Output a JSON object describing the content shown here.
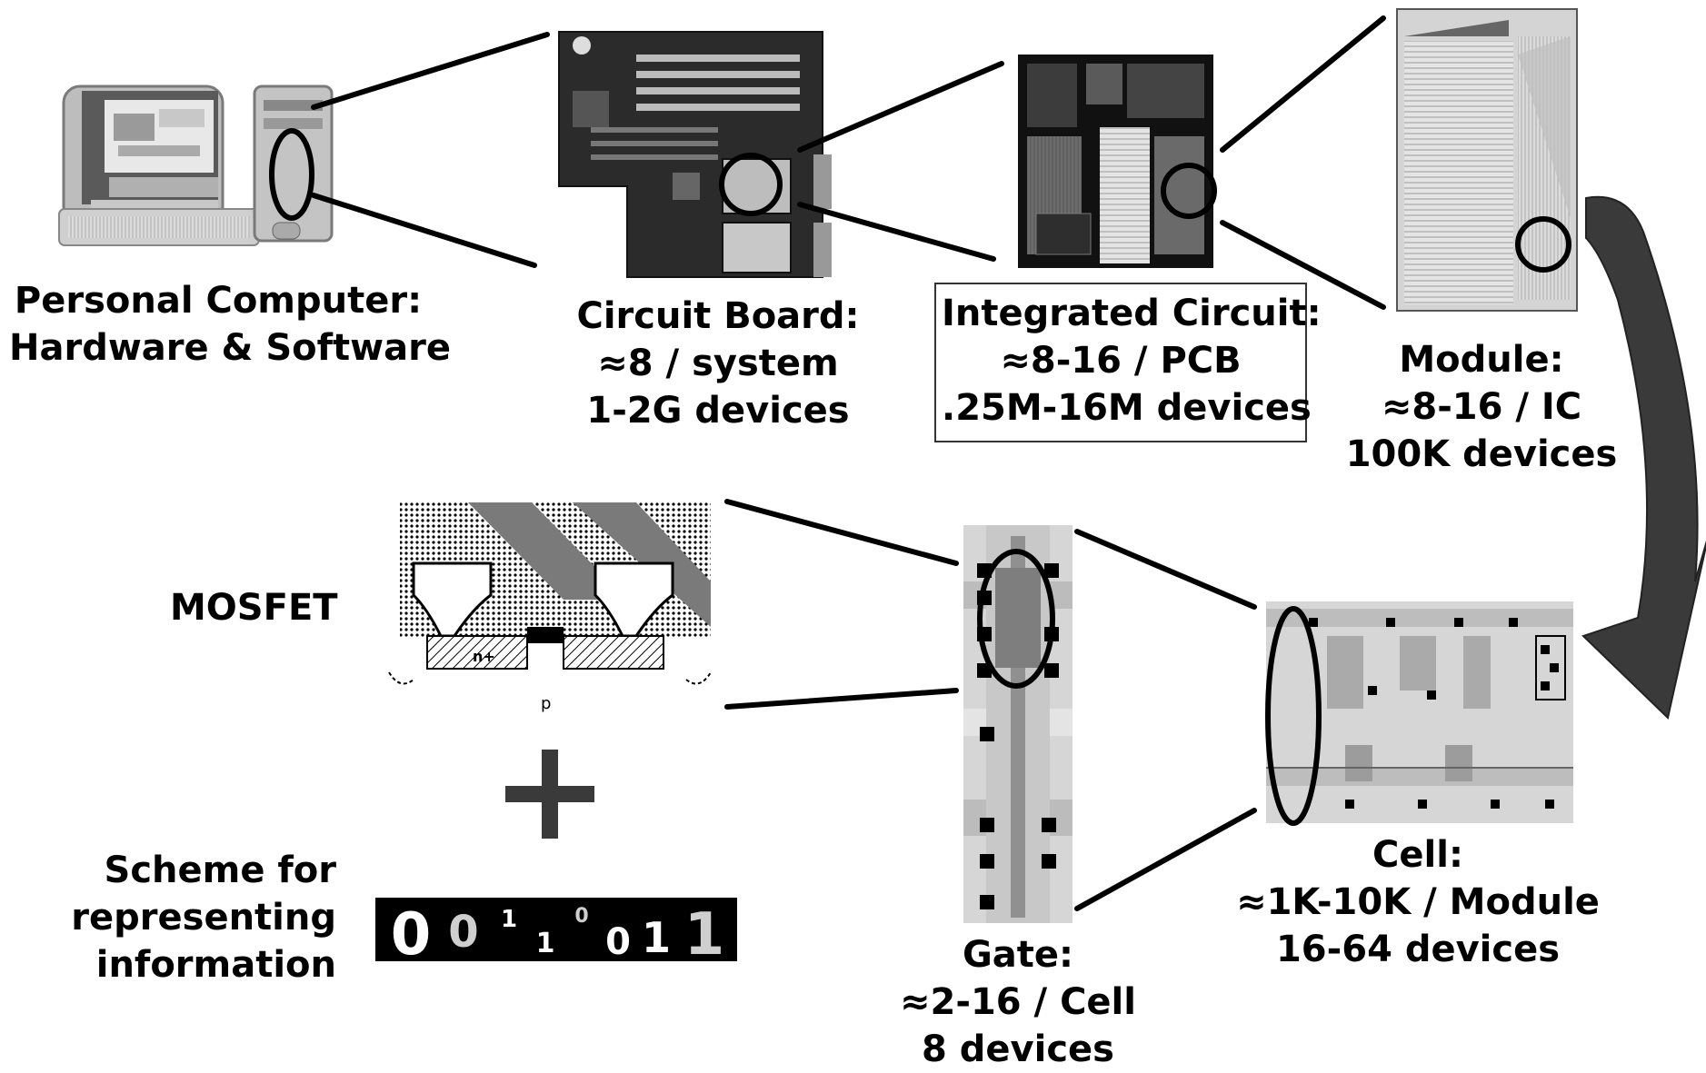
{
  "levels": {
    "pc": {
      "line1": "Personal Computer:",
      "line2": "Hardware & Software"
    },
    "board": {
      "line1": "Circuit Board:",
      "line2": "≈8 / system",
      "line3": "1-2G devices"
    },
    "ic": {
      "line1": "Integrated Circuit:",
      "line2": "≈8-16 / PCB",
      "line3": ".25M-16M devices"
    },
    "module": {
      "line1": "Module:",
      "line2": "≈8-16 / IC",
      "line3": "100K devices"
    },
    "cell": {
      "line1": "Cell:",
      "line2": "≈1K-10K / Module",
      "line3": "16-64 devices"
    },
    "gate": {
      "line1": "Gate:",
      "line2": "≈2-16 / Cell",
      "line3": "8 devices"
    }
  },
  "mosfet": {
    "label": "MOSFET",
    "region_p": "p",
    "region_n": "n+"
  },
  "scheme": {
    "line1": "Scheme for",
    "line2": "representing",
    "line3": "information",
    "bits": [
      "0",
      "0",
      "1",
      "1",
      "0",
      "0",
      "1",
      "1"
    ]
  },
  "colors": {
    "ink": "#000000",
    "arrow": "#3a3a3a",
    "dark": "#1a1a1a",
    "mid": "#808080",
    "light": "#d8d8d8"
  }
}
